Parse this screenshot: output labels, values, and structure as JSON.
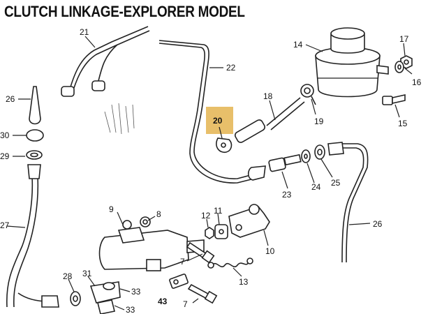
{
  "title": "CLUTCH LINKAGE-EXPLORER MODEL",
  "highlight_color": "#e8bf6a",
  "callouts": {
    "c21": "21",
    "c22": "22",
    "c14": "14",
    "c17": "17",
    "c16": "16",
    "c15": "15",
    "c18": "18",
    "c19": "19",
    "c20": "20",
    "c26a": "26",
    "c30": "30",
    "c29": "29",
    "c27": "27",
    "c9": "9",
    "c8": "8",
    "c12": "12",
    "c11": "11",
    "c10": "10",
    "c23": "23",
    "c24": "24",
    "c25": "25",
    "c26b": "26",
    "c7a": "7",
    "c13": "13",
    "c28": "28",
    "c31": "31",
    "c33a": "33",
    "c33b": "33",
    "c43": "43",
    "c7b": "7"
  }
}
